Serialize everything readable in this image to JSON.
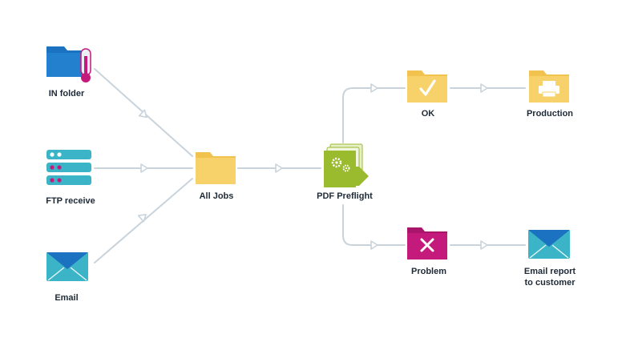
{
  "nodes": {
    "in_folder": {
      "label": "IN folder"
    },
    "ftp_receive": {
      "label": "FTP receive"
    },
    "email": {
      "label": "Email"
    },
    "all_jobs": {
      "label": "All Jobs"
    },
    "pdf_preflight": {
      "label": "PDF Preflight"
    },
    "ok": {
      "label": "OK"
    },
    "problem": {
      "label": "Problem"
    },
    "production": {
      "label": "Production"
    },
    "email_report": {
      "label_line1": "Email report",
      "label_line2": "to customer"
    }
  },
  "colors": {
    "connector": "#c9d3db",
    "folder_blue": "#1b72c0",
    "folder_yellow": "#f7d26a",
    "magenta": "#c41a7c",
    "teal": "#3bb4c7",
    "envelope_flap": "#1b72c0",
    "preflight_green": "#9bbb2e",
    "label": "#1f2a37"
  }
}
